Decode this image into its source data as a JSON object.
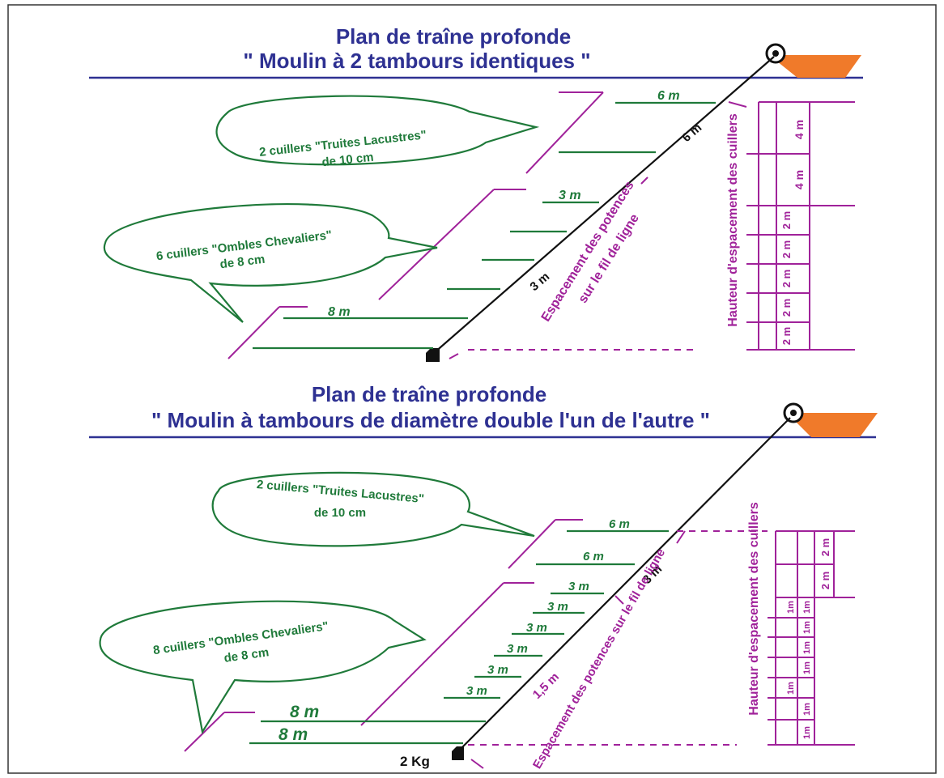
{
  "diagram1": {
    "title": "Plan de traîne profonde",
    "subtitle": "\" Moulin à 2 tambours identiques \"",
    "bubble_top": {
      "line1": "2 cuillers \"Truites Lacustres\"",
      "line2": "de 10 cm"
    },
    "bubble_bottom": {
      "line1": "6 cuillers \"Ombles Chevaliers\"",
      "line2": "de 8 cm"
    },
    "lengths": [
      "6 m",
      "3 m",
      "8 m"
    ],
    "line_spacing": [
      "6 m",
      "3 m"
    ],
    "line_label": {
      "line1": "Espacement des potences",
      "line2": "sur le fil de ligne"
    },
    "height_label": "Hauteur d'espacement des cuillers",
    "height_scale": [
      "4 m",
      "4 m",
      "2 m",
      "2 m",
      "2 m",
      "2 m",
      "2 m"
    ]
  },
  "diagram2": {
    "title": "Plan de traîne profonde",
    "subtitle": "\" Moulin à tambours de diamètre double l'un de l'autre \"",
    "bubble_top": {
      "line1": "2 cuillers \"Truites Lacustres\"",
      "line2": "de 10 cm"
    },
    "bubble_bottom": {
      "line1": "8 cuillers \"Ombles Chevaliers\"",
      "line2": "de 8 cm"
    },
    "lengths_top": [
      "6 m",
      "6 m"
    ],
    "lengths_mid": [
      "3 m",
      "3 m",
      "3 m",
      "3 m",
      "3 m",
      "3 m"
    ],
    "lengths_bottom": [
      "8 m",
      "8 m"
    ],
    "line_spacing": [
      "3 m",
      "1,5 m"
    ],
    "line_label": "Espacement des potences sur le fil de ligne",
    "height_label": "Hauteur d'espacement des cuillers",
    "height_scale": [
      "2 m",
      "2 m",
      "1m",
      "1m",
      "1m",
      "1m",
      "1m",
      "1m",
      "1m",
      "1m"
    ],
    "weight": "2 Kg"
  },
  "colors": {
    "title": "#2e3192",
    "green": "#1f7a3a",
    "purple": "#a0229a",
    "boat": "#f07a2a"
  }
}
